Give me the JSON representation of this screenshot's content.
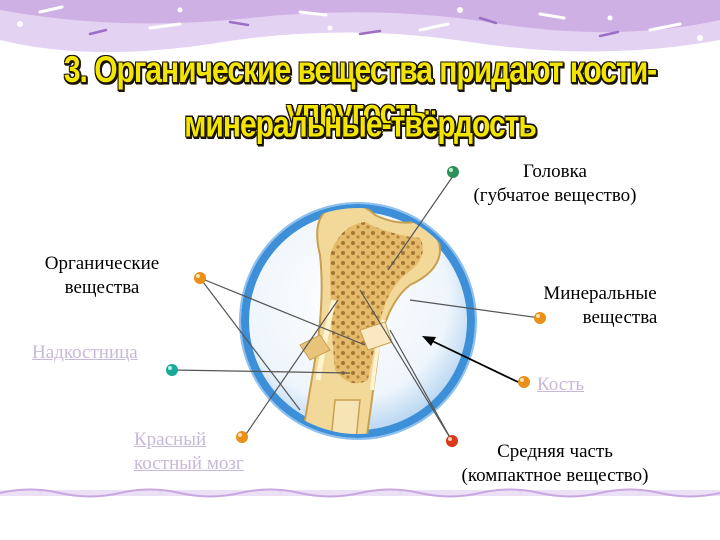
{
  "title": {
    "line1": "3. Органические вещества придают кости-упругость,",
    "line2": "минеральные-твёрдость"
  },
  "labels": {
    "head_line1": "Головка",
    "head_line2": "(губчатое вещество)",
    "organic_line1": "Органические",
    "organic_line2": "вещества",
    "mineral_line1": "Минеральные",
    "mineral_line2": "вещества",
    "periosteum": "Надкостница",
    "bone": "Кость",
    "marrow_line1": "Красный",
    "marrow_line2": "костный мозг",
    "middle_line1": "Средняя часть",
    "middle_line2": "(компактное вещество)"
  },
  "colors": {
    "title_fill": "#f2e600",
    "banner_purple": "#c9a8e0",
    "circle_ring": "#3d8fd8",
    "bone_fill": "#f0d48a",
    "link_text": "#c9b8d8",
    "marker_orange": "#e8901a",
    "marker_teal": "#1aa89a"
  }
}
